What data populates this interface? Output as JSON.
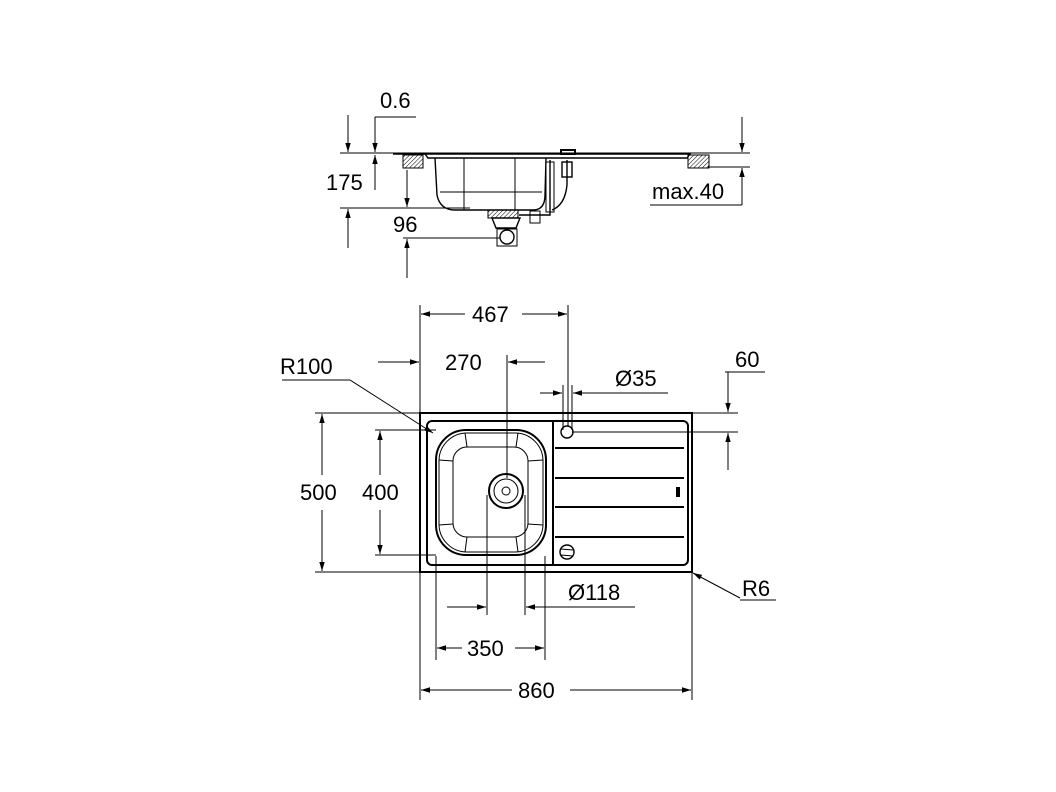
{
  "section_view": {
    "thickness": "0.6",
    "depth": "175",
    "drain_depth": "96",
    "countertop_max": "max.40"
  },
  "plan_view": {
    "tap_offset": "467",
    "drain_offset": "270",
    "tap_hole": "Ø35",
    "tap_from_edge": "60",
    "bowl_radius": "R100",
    "width": "500",
    "bowl_width": "400",
    "drain_diameter": "Ø118",
    "corner_radius": "R6",
    "bowl_length": "350",
    "length": "860"
  }
}
